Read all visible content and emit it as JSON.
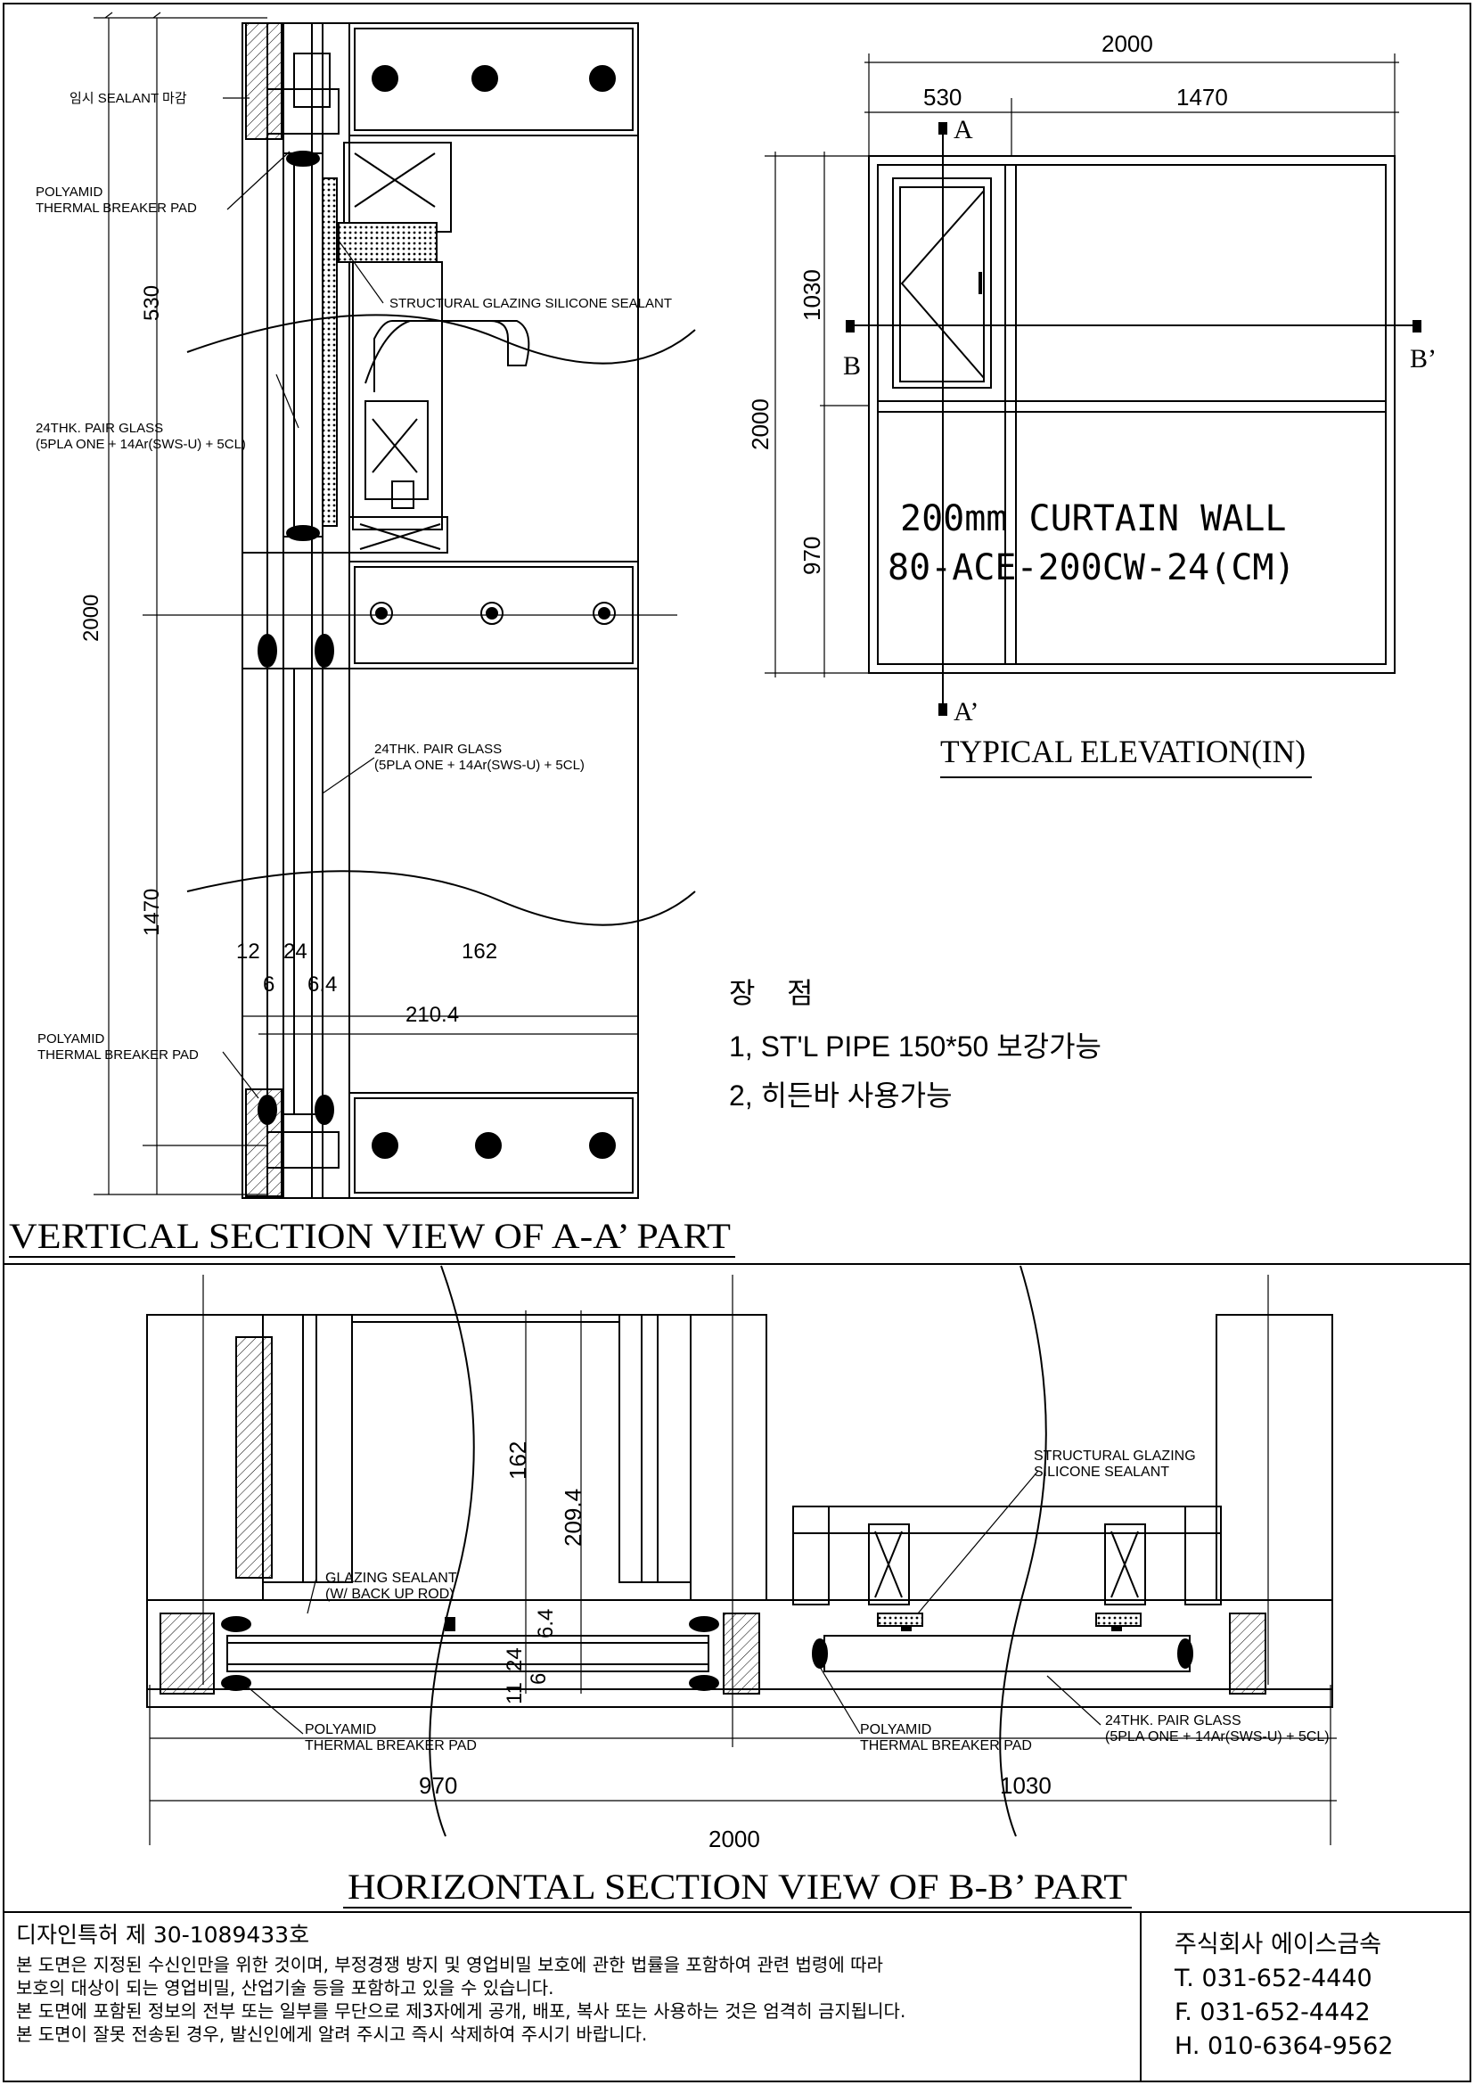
{
  "elevation": {
    "title": "TYPICAL ELEVATION(IN)",
    "dim_total_width": "2000",
    "dim_left_width": "530",
    "dim_right_width": "1470",
    "dim_total_height": "2000",
    "dim_upper_height": "1030",
    "dim_lower_height": "970",
    "cut_a": "A",
    "cut_a_prime": "A’",
    "cut_b": "B",
    "cut_b_prime": "B’",
    "product_line1": "200mm CURTAIN WALL",
    "product_line2": "80-ACE-200CW-24(CM)"
  },
  "vertical_section": {
    "title": "VERTICAL SECTION VIEW OF A-A’ PART",
    "label_sealant_top": "임시 SEALANT 마감",
    "label_thermal_pad_top_1": "POLYAMID",
    "label_thermal_pad_top_2": "THERMAL BREAKER PAD",
    "label_structural_glazing": "STRUCTURAL GLAZING SILICONE SEALANT",
    "label_pair_glass_1_l1": "24THK. PAIR GLASS",
    "label_pair_glass_1_l2": "(5PLA ONE + 14Ar(SWS-U) + 5CL)",
    "label_pair_glass_2_l1": "24THK. PAIR GLASS",
    "label_pair_glass_2_l2": "(5PLA ONE + 14Ar(SWS-U) + 5CL)",
    "label_thermal_pad_bottom_1": "POLYAMID",
    "label_thermal_pad_bottom_2": "THERMAL BREAKER PAD",
    "dim_530": "530",
    "dim_2000": "2000",
    "dim_1470": "1470",
    "dim_12": "12",
    "dim_24": "24",
    "dim_6": "6",
    "dim_6_4": "6.4",
    "dim_162": "162",
    "dim_210_4": "210.4"
  },
  "advantages": {
    "heading": "장    점",
    "item1": "1, ST'L PIPE 150*50 보강가능",
    "item2": "2, 히든바 사용가능"
  },
  "horizontal_section": {
    "title": "HORIZONTAL SECTION VIEW OF B-B’ PART",
    "label_structural_glazing_l1": "STRUCTURAL GLAZING",
    "label_structural_glazing_l2": "SILICONE SEALANT",
    "label_glazing_sealant_l1": "GLAZING SEALANT",
    "label_glazing_sealant_l2": "(W/ BACK UP ROD)",
    "label_thermal_pad_left_1": "POLYAMID",
    "label_thermal_pad_left_2": "THERMAL BREAKER PAD",
    "label_thermal_pad_mid_1": "POLYAMID",
    "label_thermal_pad_mid_2": "THERMAL BREAKER PAD",
    "label_pair_glass_l1": "24THK. PAIR GLASS",
    "label_pair_glass_l2": "(5PLA ONE + 14Ar(SWS-U) + 5CL)",
    "dim_162": "162",
    "dim_209_4": "209.4",
    "dim_6_4": "6.4",
    "dim_24": "24",
    "dim_11": "11",
    "dim_6": "6",
    "dim_970": "970",
    "dim_1030": "1030",
    "dim_2000": "2000"
  },
  "footer": {
    "patent": "디자인특허 제 30-1089433호",
    "notice_lines": [
      "본 도면은 지정된 수신인만을 위한 것이며, 부정경쟁 방지 및 영업비밀 보호에 관한 법률을 포함하여 관련 법령에 따라",
      "보호의 대상이 되는 영업비밀, 산업기술 등을 포함하고 있을 수 있습니다.",
      "본 도면에 포함된 정보의 전부 또는 일부를 무단으로 제3자에게 공개, 배포, 복사 또는 사용하는 것은 엄격히 금지됩니다.",
      "본 도면이 잘못 전송된 경우, 발신인에게 알려 주시고 즉시 삭제하여 주시기 바랍니다."
    ],
    "company": "주식회사 에이스금속",
    "tel": "T. 031-652-4440",
    "fax": "F. 031-652-4442",
    "mobile": "H. 010-6364-9562"
  }
}
